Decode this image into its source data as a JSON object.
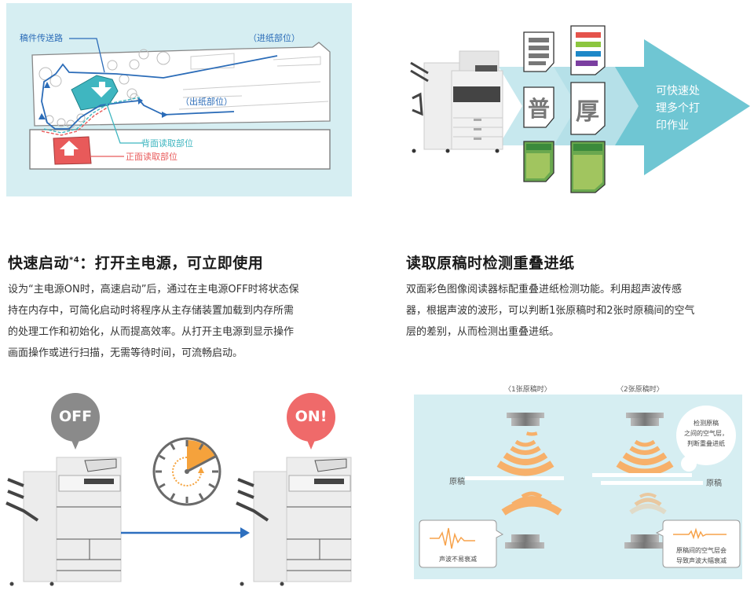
{
  "adf_diagram": {
    "labels": {
      "document_path": "稿件传送路",
      "feed_section": "（进纸部位）",
      "output_section": "（出纸部位）",
      "back_side_reading": "背面读取部位",
      "front_side_reading": "正面读取部位"
    },
    "colors": {
      "path": "#2b6cb8",
      "back": "#3fb6c0",
      "front": "#e85a5a"
    }
  },
  "multi_job": {
    "paper_labels": {
      "plain": "普",
      "thick": "厚"
    },
    "arrow_text": [
      "可快速处",
      "理多个打",
      "印作业"
    ],
    "colors": {
      "arrow": "#6fc6d3",
      "arrow_light": "#c7e8ee"
    }
  },
  "quick_start": {
    "title": "快速启动",
    "title_note": "*4",
    "title_rest": "：打开主电源，可立即使用",
    "body_lines": [
      "设为“主电源ON时，高速启动”后，通过在主电源OFF时将状态保",
      "持在内存中，可简化启动时将程序从主存储装置加载到内存所需",
      "的处理工作和初始化，从而提高效率。从打开主电源到显示操作",
      "画面操作或进行扫描，无需等待时间，可流畅启动。"
    ],
    "off_label": "OFF",
    "on_label": "ON!",
    "colors": {
      "off": "#8a8a8a",
      "on": "#ef6a6a",
      "timer": "#f5a23c",
      "arrow": "#2d6fbf"
    }
  },
  "double_feed": {
    "title": "读取原稿时检测重叠进纸",
    "body_lines": [
      "双面彩色图像阅读器标配重叠进纸检测功能。利用超声波传感",
      "器，根据声波的波形，可以判断1张原稿时和2张时原稿间的空气",
      "层的差别，从而检测出重叠进纸。"
    ],
    "caption_one": "〈1张原稿时〉",
    "caption_two": "〈2张原稿时〉",
    "original_label": "原稿",
    "detect_bubble": [
      "检测原稿",
      "之间的空气层，",
      "判断重叠进纸"
    ],
    "weak_attenuation": "声波不易衰减",
    "strong_attenuation": [
      "原稿间的空气层会",
      "导致声波大幅衰减"
    ],
    "colors": {
      "wave": "#f7b06a",
      "bg": "#d6eef2"
    }
  }
}
